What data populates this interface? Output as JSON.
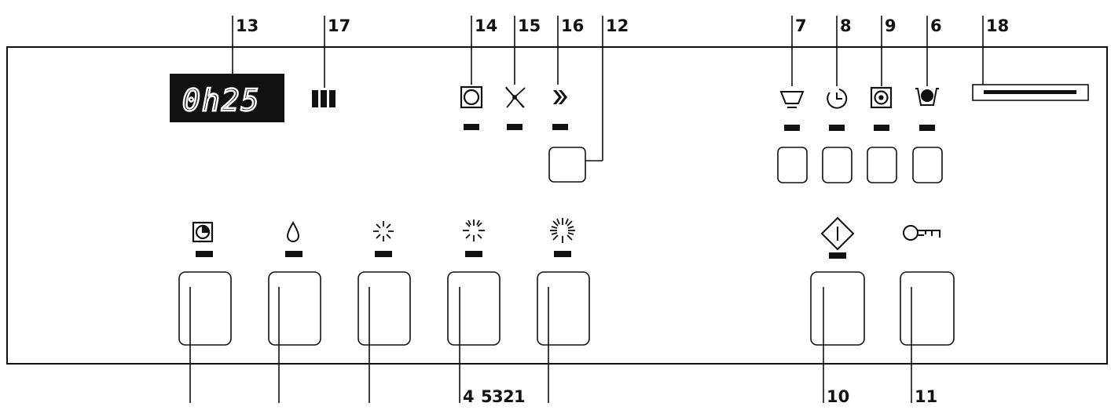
{
  "display": {
    "readout": "0h25"
  },
  "callouts": {
    "c13": "13",
    "c17": "17",
    "c14": "14",
    "c15": "15",
    "c16": "16",
    "c12": "12",
    "c7": "7",
    "c8": "8",
    "c9": "9",
    "c6": "6",
    "c18": "18",
    "c4": "4",
    "c5": "5",
    "c3": "3",
    "c2": "2",
    "c1": "1",
    "c10": "10",
    "c11": "11"
  },
  "icons": {
    "indicator_14": "drum-icon",
    "indicator_15": "no-spin-icon",
    "indicator_16": "fast-forward-icon",
    "option_7": "tub-icon",
    "option_8": "clock-icon",
    "option_9": "drum-dot-icon",
    "option_6": "stain-icon",
    "program_1": "drum-program-icon",
    "program_2": "drop-icon",
    "program_3": "sparkle-small-icon",
    "program_4": "sparkle-medium-icon",
    "program_5": "sparkle-large-icon",
    "start_10": "start-icon",
    "key_11": "key-icon"
  }
}
